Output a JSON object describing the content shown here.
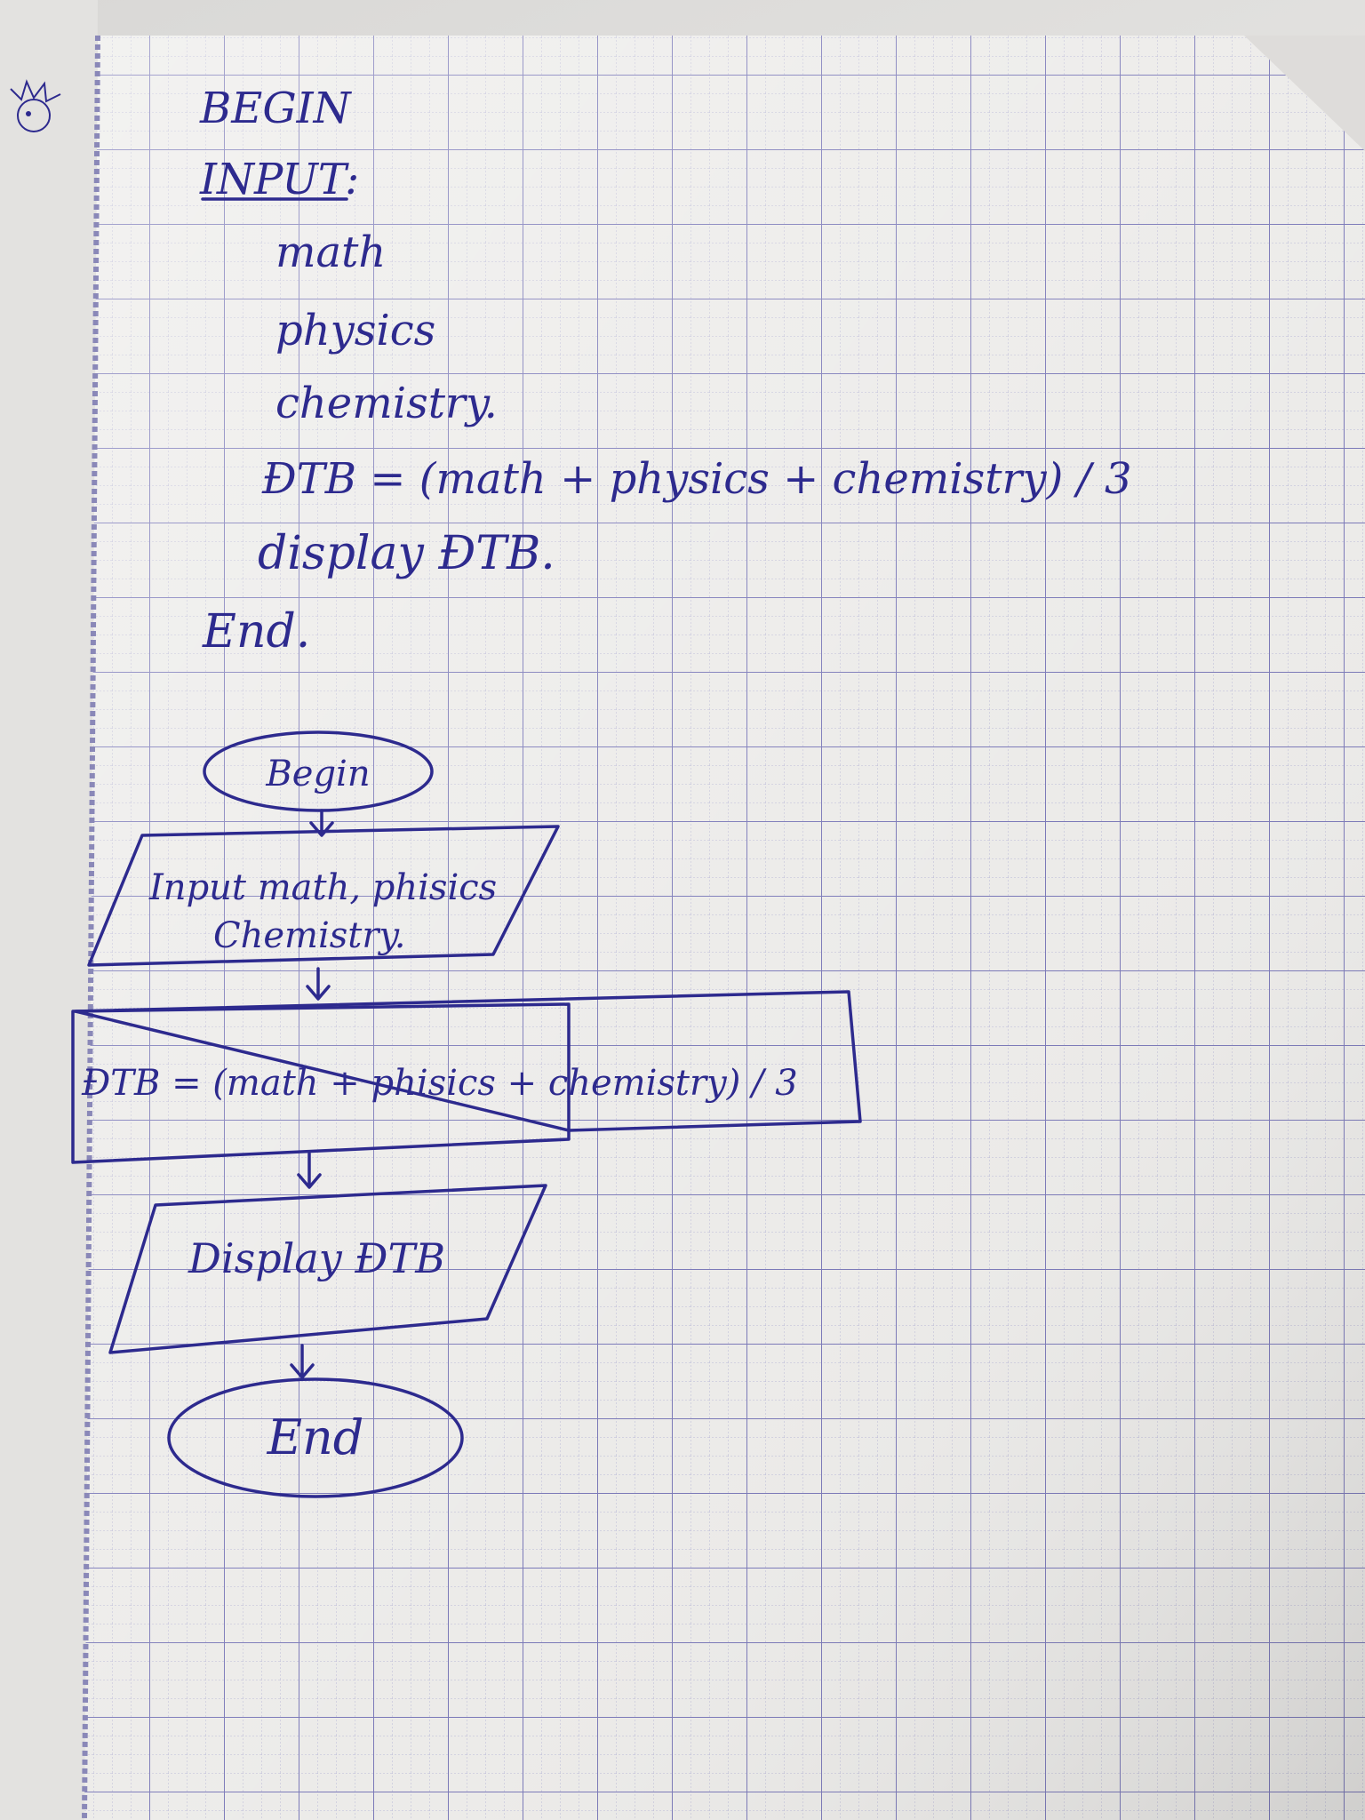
{
  "pseudocode": {
    "begin": "BEGIN",
    "input": "INPUT:",
    "var_math": "math",
    "var_physics": "physics",
    "var_chemistry": "chemistry.",
    "formula": "ĐTB = (math + physics + chemistry) / 3",
    "display": "display ĐTB.",
    "end": "End."
  },
  "flowchart": {
    "begin": "Begin",
    "input_line1": "Input math, phisics",
    "input_line2": "Chemistry.",
    "process": "ĐTB = (math + phisics + chemistry) / 3",
    "output": "Display ĐTB",
    "end": "End"
  },
  "colors": {
    "ink": "#2d2a8e",
    "paper": "#ecebe9",
    "grid_major": "#7b79b8",
    "grid_minor": "#b9b8d6"
  }
}
